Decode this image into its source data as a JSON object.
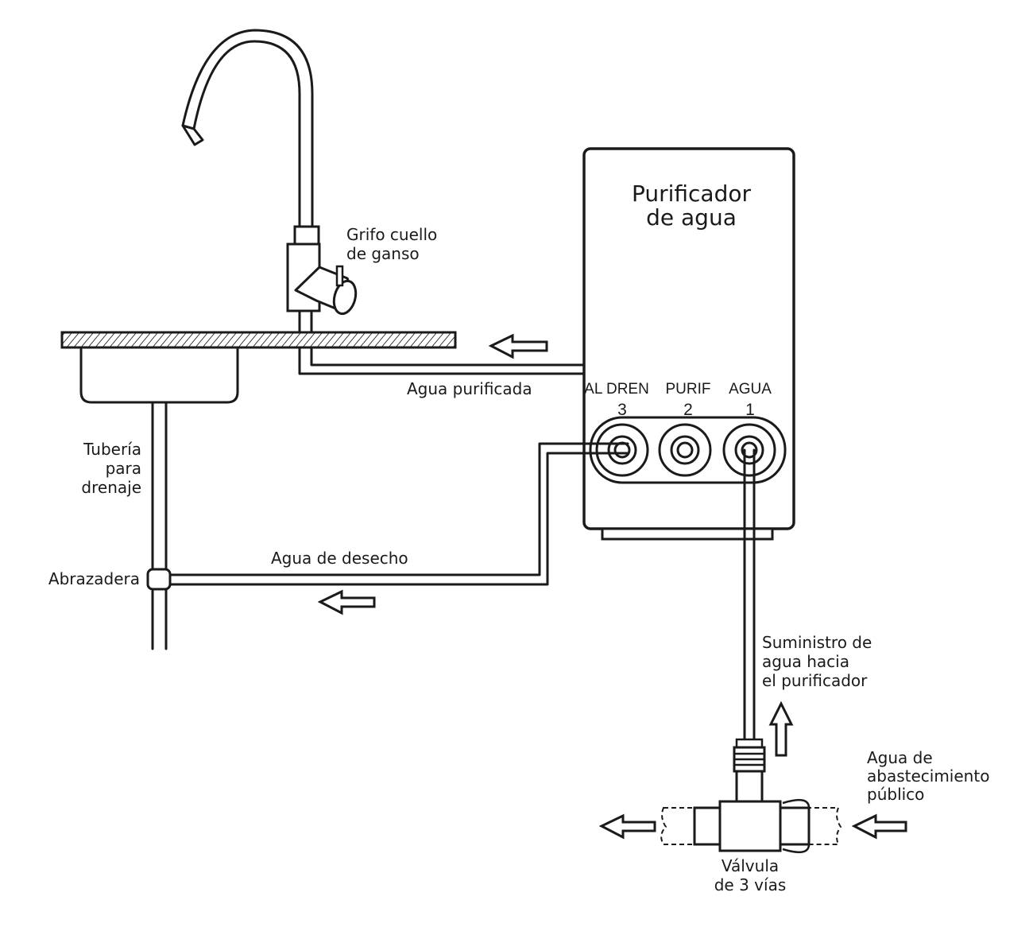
{
  "purifier": {
    "title_line1": "Purificador",
    "title_line2": "de agua"
  },
  "ports": [
    {
      "name": "AL DREN",
      "number": "3"
    },
    {
      "name": "PURIF",
      "number": "2"
    },
    {
      "name": "AGUA",
      "number": "1"
    }
  ],
  "labels": {
    "faucet_line1": "Grifo cuello",
    "faucet_line2": "de ganso",
    "purified_water": "Agua purificada",
    "drain_pipe_line1": "Tubería",
    "drain_pipe_line2": "para",
    "drain_pipe_line3": "drenaje",
    "clamp": "Abrazadera",
    "waste_water": "Agua de desecho",
    "supply_line1": "Suministro de",
    "supply_line2": "agua hacia",
    "supply_line3": "el purificador",
    "public_supply_line1": "Agua de",
    "public_supply_line2": "abastecimiento",
    "public_supply_line3": "público",
    "valve_line1": "Válvula",
    "valve_line2": "de 3 vías"
  },
  "arrows": [
    {
      "name": "purified-flow",
      "direction": "left"
    },
    {
      "name": "waste-flow",
      "direction": "left"
    },
    {
      "name": "supply-flow",
      "direction": "up"
    },
    {
      "name": "public-in",
      "direction": "left"
    },
    {
      "name": "valve-out",
      "direction": "left"
    }
  ]
}
